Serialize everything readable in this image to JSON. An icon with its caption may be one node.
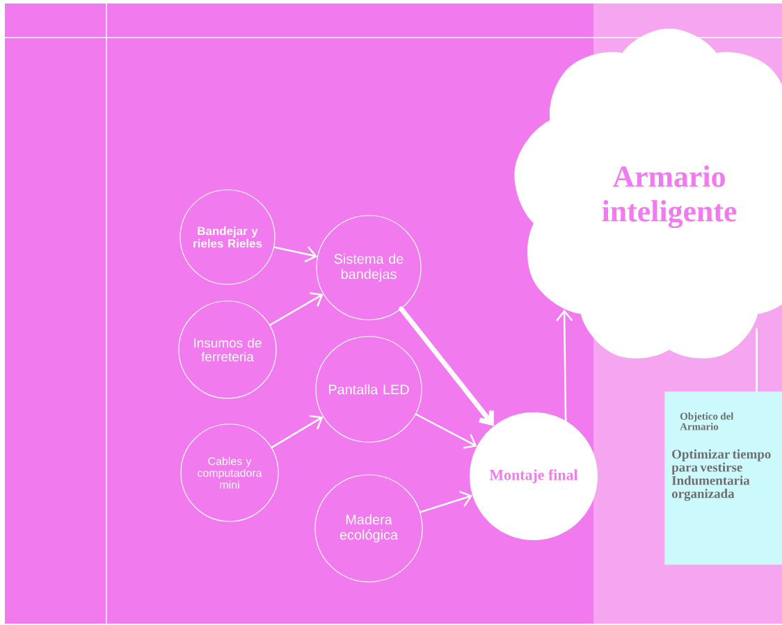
{
  "diagram": {
    "nodes": [
      {
        "text": [
          "Bandejar y rieles Rieles"
        ]
      },
      {
        "text": [
          "Insumos de ferreteria"
        ]
      },
      {
        "text": [
          "Cables y computadora mini"
        ]
      },
      {
        "text": [
          "Sistema de bandejas"
        ]
      },
      {
        "text": [
          "Pantalla LED"
        ]
      },
      {
        "text": [
          "Madera ecológica"
        ]
      },
      {
        "text": [
          "Montaje final"
        ]
      },
      {
        "text": [
          "Armario inteligente"
        ]
      },
      {
        "text": [
          "Objetico del Armario",
          "Optimizar tiempo para vestirse Indumentaria organizada"
        ]
      }
    ],
    "edges": [
      {
        "from": 0,
        "to": 3,
        "arrow": "to"
      },
      {
        "from": 1,
        "to": 3,
        "arrow": "to"
      },
      {
        "from": 2,
        "to": 4,
        "arrow": "to"
      },
      {
        "from": 3,
        "to": 6,
        "arrow": "to",
        "style": "thick"
      },
      {
        "from": 4,
        "to": 6,
        "arrow": "to"
      },
      {
        "from": 5,
        "to": 6,
        "arrow": "to"
      },
      {
        "from": 6,
        "to": 7,
        "arrow": "to"
      },
      {
        "from": 7,
        "to": 8,
        "arrow": "none"
      }
    ]
  }
}
